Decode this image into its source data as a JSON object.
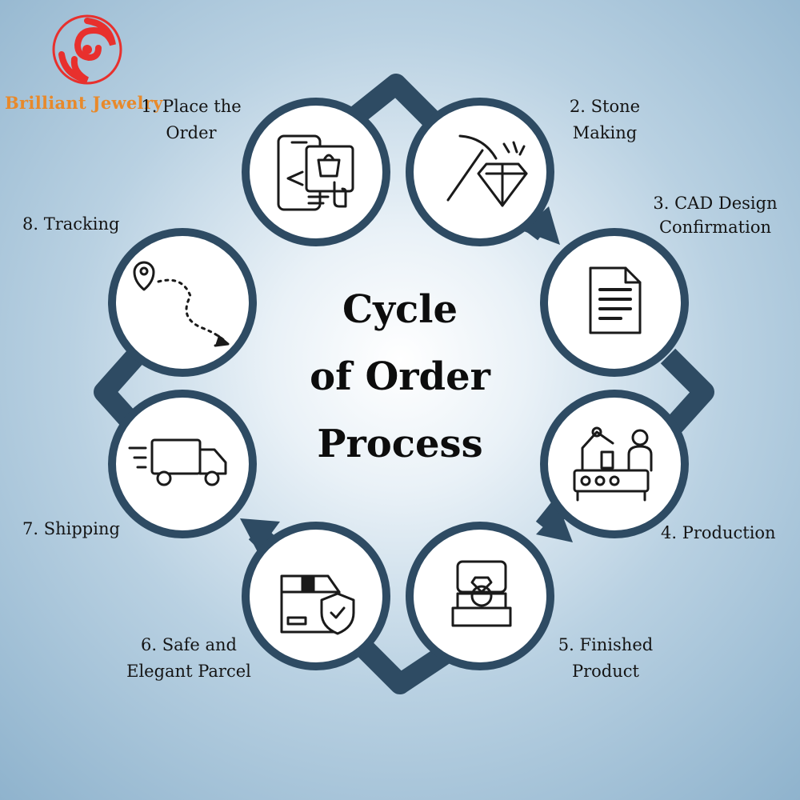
{
  "brand": {
    "name": "Brilliant Jewelry",
    "logo_icon": "red-swirl-logo",
    "logo_color": "#e8302d",
    "name_color": "#e8892a"
  },
  "title": {
    "line1": "Cycle",
    "line2": "of Order",
    "line3": "Process"
  },
  "colors": {
    "ring": "#2e4b63",
    "circle_fill": "#ffffff",
    "icon": "#1a1a1a"
  },
  "steps": [
    {
      "label": "1. Place the\nOrder",
      "icon": "phone-shopping-icon"
    },
    {
      "label": "2. Stone\nMaking",
      "icon": "pickaxe-diamond-icon"
    },
    {
      "label": "3.  CAD Design\nConfirmation",
      "icon": "document-icon"
    },
    {
      "label": "4. Production",
      "icon": "factory-robot-icon"
    },
    {
      "label": "5. Finished\nProduct",
      "icon": "ring-box-icon"
    },
    {
      "label": "6. Safe and\nElegant Parcel",
      "icon": "package-shield-icon"
    },
    {
      "label": "7. Shipping",
      "icon": "delivery-truck-icon"
    },
    {
      "label": "8. Tracking",
      "icon": "location-route-icon"
    }
  ]
}
